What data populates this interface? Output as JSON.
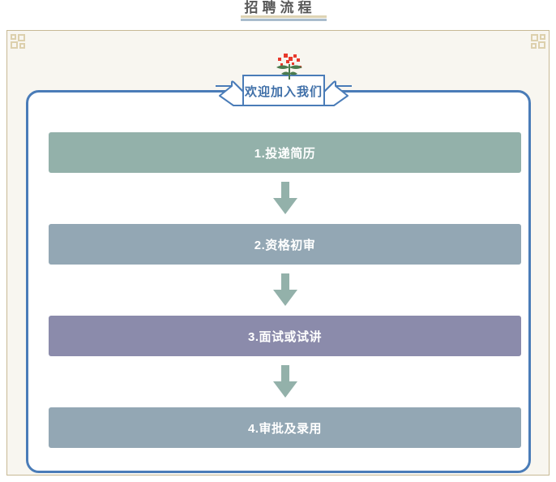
{
  "page": {
    "title": "招聘流程",
    "background_color": "#ffffff",
    "frame_background_color": "#f8f6f0",
    "frame_border_color": "#c8b995"
  },
  "title_underline": {
    "top_color": "#ddd3b4",
    "bottom_color": "#a9bccd"
  },
  "decoration": {
    "sprig_name": "holly-sprig-decoration",
    "berry_color": "#e8392c",
    "leaf_color": "#4b7b4e",
    "corner_ornament_color": "#ddd0ad"
  },
  "ribbon": {
    "label": "欢迎加入我们",
    "text_color": "#3f6fa8",
    "outline_color": "#4a7cb8",
    "fill_color": "#ffffff"
  },
  "flow_box": {
    "border_color": "#4a7cb8"
  },
  "chart_data": {
    "type": "flowchart",
    "title": "招聘流程",
    "orientation": "vertical",
    "connector": "down-arrow",
    "connector_color": "#93b1aa",
    "steps": [
      {
        "index": "1",
        "label": "1.投递简历",
        "color": "#93b1aa"
      },
      {
        "index": "2",
        "label": "2.资格初审",
        "color": "#93a7b4"
      },
      {
        "index": "3",
        "label": "3.面试或试讲",
        "color": "#8b8bab"
      },
      {
        "index": "4",
        "label": "4.审批及录用",
        "color": "#93a7b4"
      }
    ]
  }
}
